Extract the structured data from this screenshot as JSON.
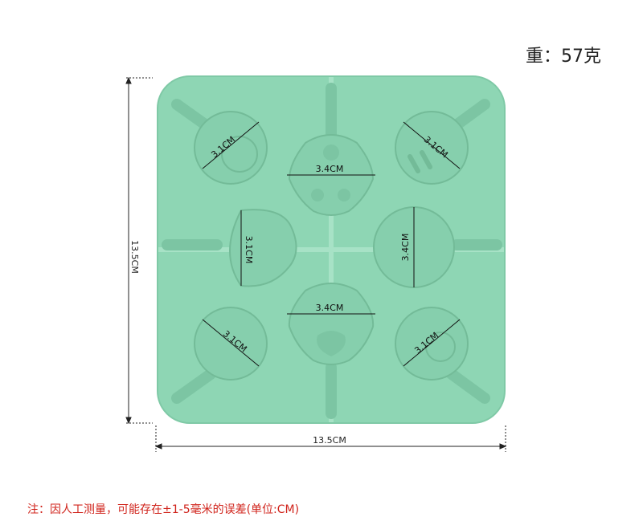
{
  "weight_text": "重：57克",
  "note_text": "注：因人工测量，可能存在±1-5毫米的误差(单位:CM)",
  "dimensions": {
    "height_label": "13.5CM",
    "width_label": "13.5CM"
  },
  "cavities": {
    "top_left_label": "3.1CM",
    "top_right_label": "3.1CM",
    "paw_top_label": "3.4CM",
    "paw_bottom_label": "3.4CM",
    "middle_left_label": "3.1CM",
    "middle_right_label": "3.4CM",
    "bottom_left_label": "3.1CM",
    "bottom_right_label": "3.1CM"
  },
  "colors": {
    "mold": "#8ed6b4",
    "cavity": "#86cfad",
    "groove": "#7cc5a3"
  }
}
